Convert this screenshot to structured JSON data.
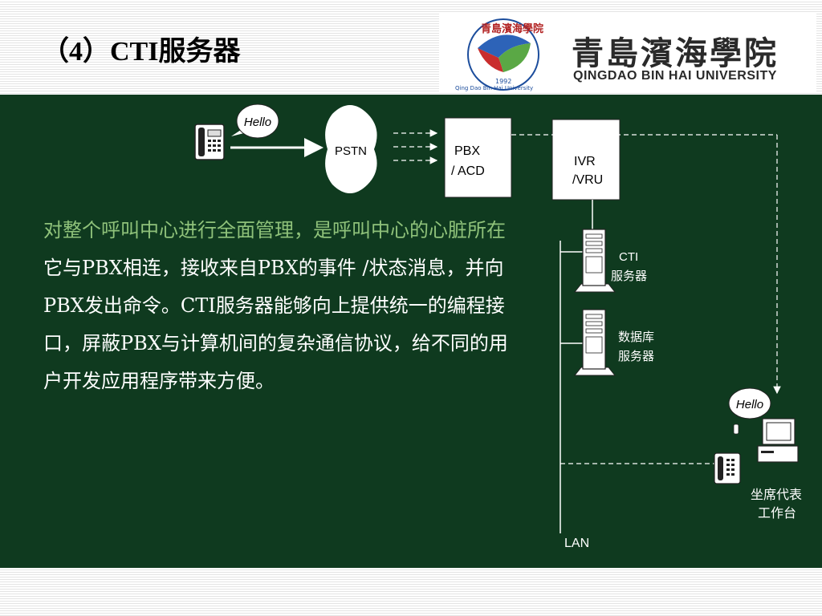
{
  "slide": {
    "title": "（4）CTI服务器",
    "logo": {
      "name_cn": "青島濱海學院",
      "name_en": "QINGDAO BIN HAI UNIVERSITY",
      "seal_text": "Qing Dao Bin Hai University",
      "seal_year": "1992"
    },
    "description": [
      "对整个呼叫中心进行全面管理，是呼叫中心的心脏所在",
      "它与PBX相连，接收来自PBX的事件 /状态消息，并向PBX发出命令。CTI服务器能够向上提供统一的编程接口，屏蔽PBX与计算机间的复杂通信协议，给不同的用户开发应用程序带来方便。"
    ],
    "colors": {
      "panel_bg": "#0f3a1f",
      "highlight_text": "#8fc27a",
      "body_text": "#ffffff"
    }
  },
  "diagram": {
    "hello_caller": "Hello",
    "hello_agent": "Hello",
    "pstn": "PSTN",
    "pbx_line1": "PBX",
    "pbx_line2": "/ ACD",
    "ivr_line1": "IVR",
    "ivr_line2": "/VRU",
    "cti_line1": "CTI",
    "cti_line2": "服务器",
    "db_line1": "数据库",
    "db_line2": "服务器",
    "agent_line1": "坐席代表",
    "agent_line2": "工作台",
    "lan": "LAN"
  }
}
